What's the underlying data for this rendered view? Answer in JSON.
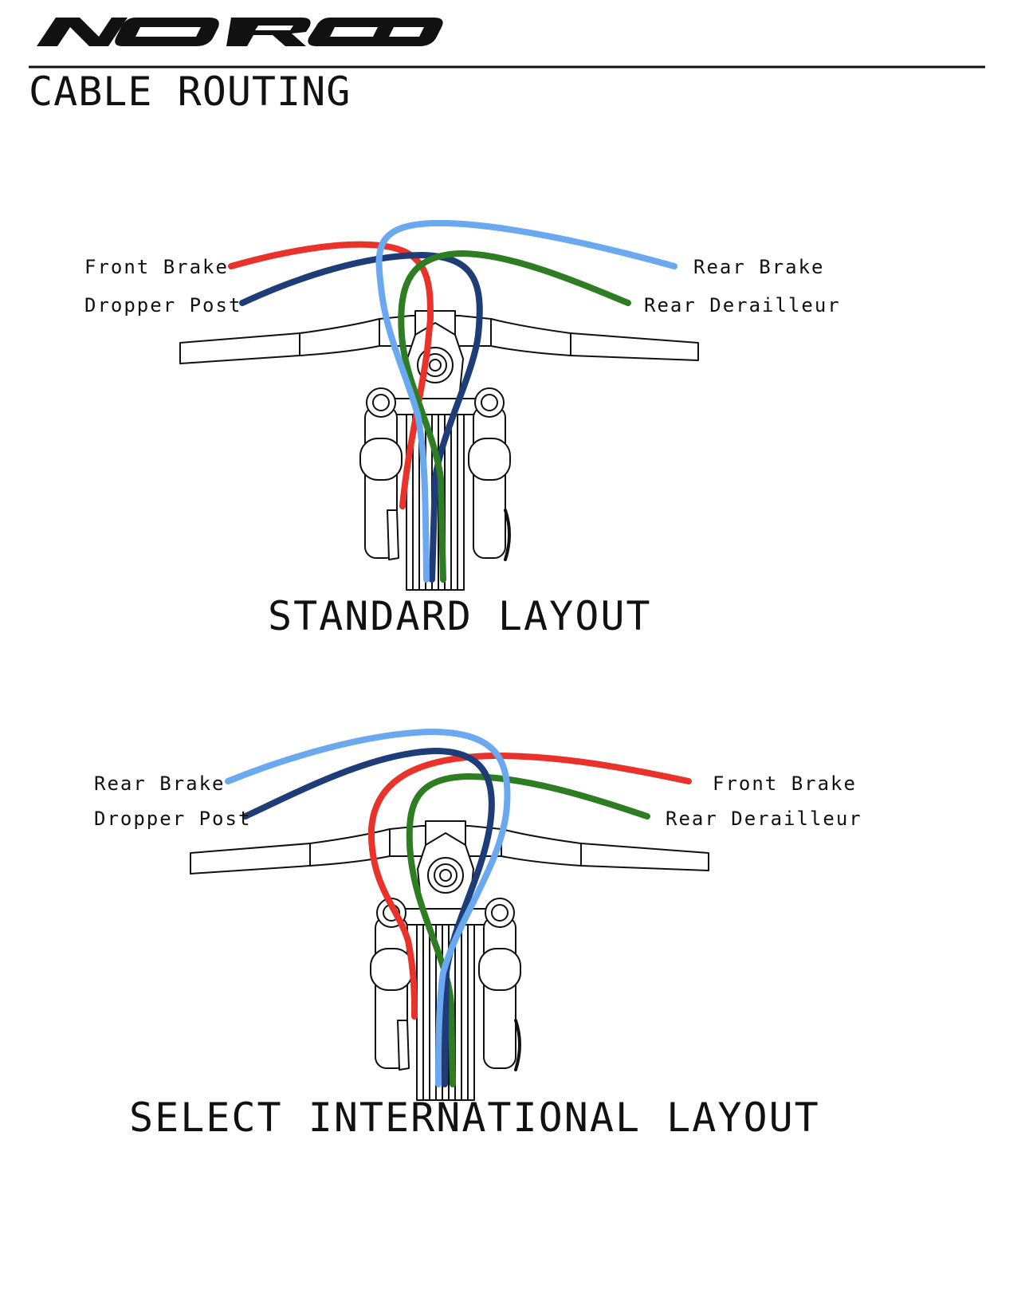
{
  "header": {
    "brand_logo_text": "NORCO",
    "title": "CABLE ROUTING"
  },
  "colors": {
    "front_brake": "#e8322a",
    "rear_brake": "#6aa8ef",
    "dropper_post": "#1d3c78",
    "rear_derailleur": "#2f7d22",
    "line": "#111111"
  },
  "layouts": [
    {
      "caption": "STANDARD LAYOUT",
      "left_labels": [
        "Front Brake",
        "Dropper Post"
      ],
      "right_labels": [
        "Rear Brake",
        "Rear Derailleur"
      ]
    },
    {
      "caption": "SELECT INTERNATIONAL LAYOUT",
      "left_labels": [
        "Rear Brake",
        "Dropper Post"
      ],
      "right_labels": [
        "Front Brake",
        "Rear Derailleur"
      ]
    }
  ]
}
